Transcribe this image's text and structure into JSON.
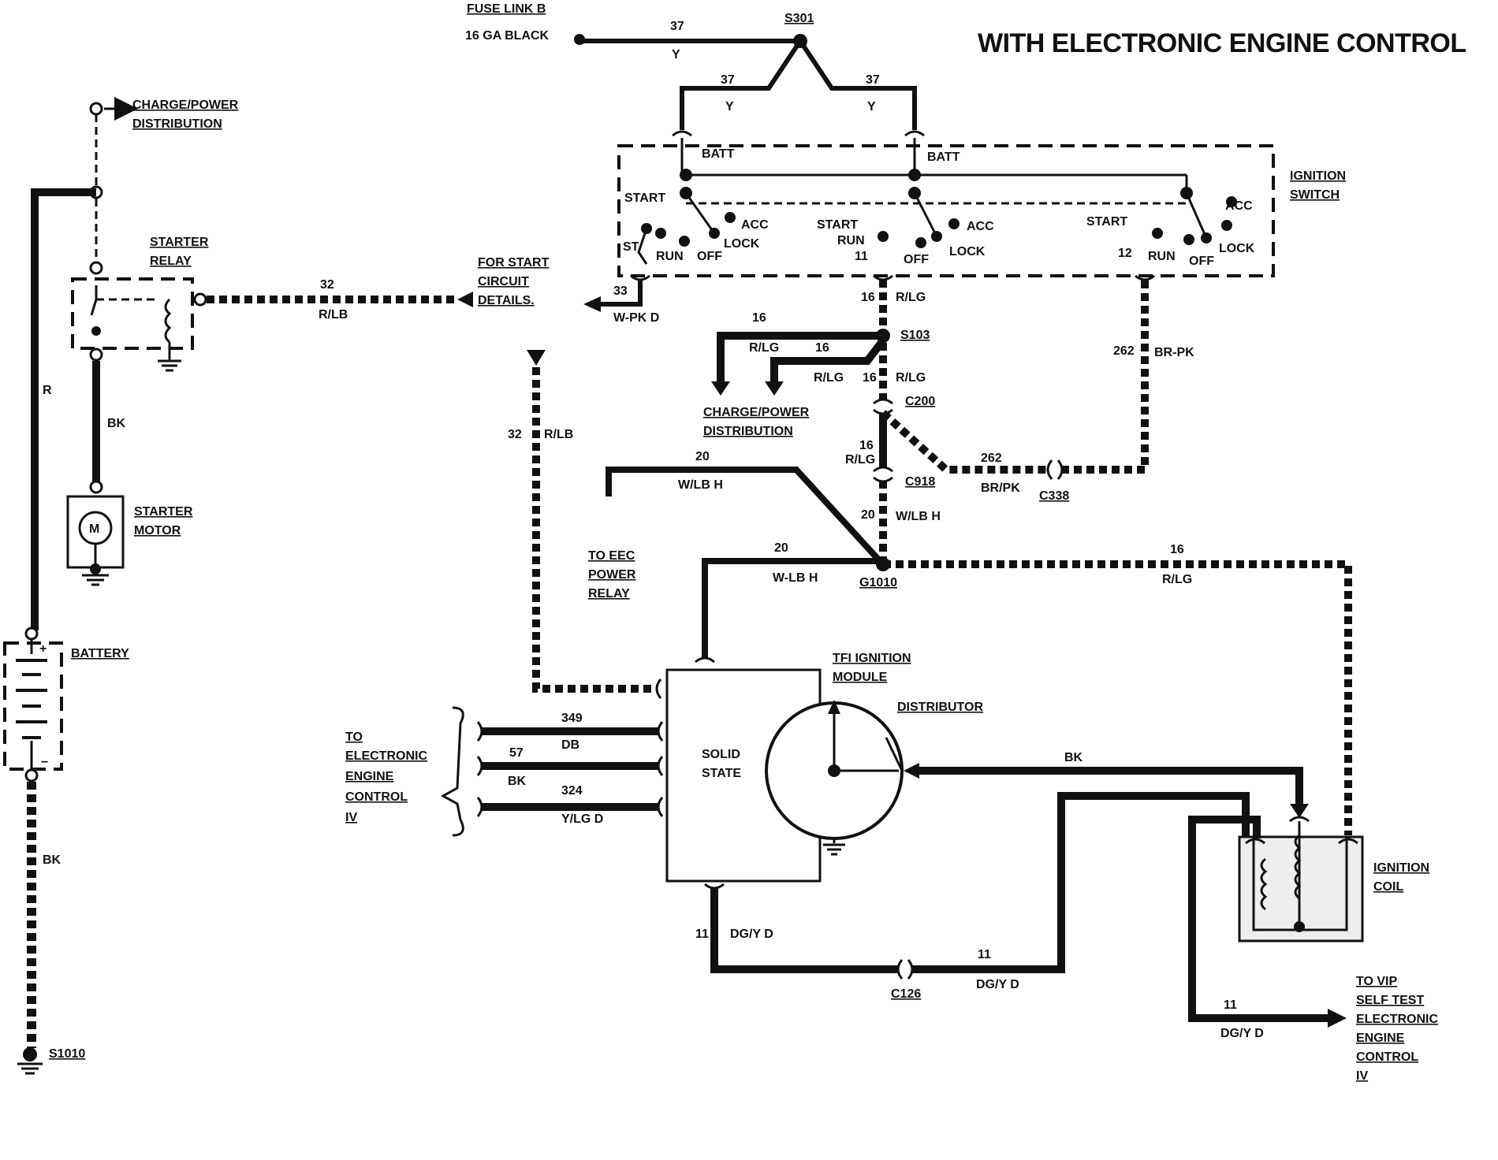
{
  "title": "WITH ELECTRONIC ENGINE CONTROL",
  "labels": {
    "fuse_link": "FUSE LINK B",
    "fuse_gauge": "16 GA BLACK",
    "s301": "S301",
    "w37a": "37",
    "y_a": "Y",
    "w37b": "37",
    "y_b": "Y",
    "w37c": "37",
    "y_c": "Y",
    "charge_power_1": "CHARGE/POWER",
    "distribution_1": "DISTRIBUTION",
    "starter_relay_1": "STARTER",
    "starter_relay_2": "RELAY",
    "w32": "32",
    "rlb_1": "R/LB",
    "for_start_1": "FOR START",
    "for_start_2": "CIRCUIT",
    "for_start_3": "DETAILS.",
    "r": "R",
    "bk_1": "BK",
    "starter_motor_1": "STARTER",
    "starter_motor_2": "MOTOR",
    "motor_m": "M",
    "battery": "BATTERY",
    "plus": "+",
    "minus": "−",
    "bk_2": "BK",
    "s1010": "S1010",
    "batt_1": "BATT",
    "batt_2": "BATT",
    "start_1": "START",
    "st": "ST",
    "run_1": "RUN",
    "off_1": "OFF",
    "acc_1": "ACC",
    "lock_1": "LOCK",
    "start_2": "START",
    "run_2": "RUN",
    "w11a": "11",
    "off_2": "OFF",
    "acc_2": "ACC",
    "lock_2": "LOCK",
    "start_3": "START",
    "w12": "12",
    "run_3": "RUN",
    "off_3": "OFF",
    "acc_3": "ACC",
    "lock_3": "LOCK",
    "ignition_switch_1": "IGNITION",
    "ignition_switch_2": "SWITCH",
    "w33": "33",
    "wpk": "W-PK D",
    "w16a": "16",
    "rlg_a": "R/LG",
    "s103": "S103",
    "w16b": "16",
    "rlg_b": "R/LG",
    "w16c": "16",
    "rlg_c": "R/LG",
    "w16d": "16",
    "rlg_d": "R/LG",
    "charge_power_2": "CHARGE/POWER",
    "distribution_2": "DISTRIBUTION",
    "c200": "C200",
    "w262a": "262",
    "brpk_a": "BR-PK",
    "w16e": "16",
    "rlg_e": "R/LG",
    "w262b": "262",
    "brpk_b": "BR/PK",
    "c918": "C918",
    "c338": "C338",
    "w32b": "32",
    "rlb_2": "R/LB",
    "w20a": "20",
    "wlbh_a": "W/LB H",
    "w20b": "20",
    "wlbh_b": "W/LB H",
    "to_eec_1": "TO EEC",
    "to_eec_2": "POWER",
    "to_eec_3": "RELAY",
    "w20c": "20",
    "wlbh_c": "W-LB H",
    "g1010": "G1010",
    "w16f": "16",
    "rlg_f": "R/LG",
    "tfi_1": "TFI IGNITION",
    "tfi_2": "MODULE",
    "distributor": "DISTRIBUTOR",
    "solid_1": "SOLID",
    "solid_2": "STATE",
    "to_eec4_1": "TO",
    "to_eec4_2": "ELECTRONIC",
    "to_eec4_3": "ENGINE",
    "to_eec4_4": "CONTROL",
    "to_eec4_5": "IV",
    "w349": "349",
    "db": "DB",
    "w57": "57",
    "bk_3": "BK",
    "w324": "324",
    "ylg": "Y/LG D",
    "bk_4": "BK",
    "ign_coil_1": "IGNITION",
    "ign_coil_2": "COIL",
    "w11b": "11",
    "dgy_a": "DG/Y D",
    "c126": "C126",
    "w11c": "11",
    "dgy_b": "DG/Y D",
    "w11d": "11",
    "dgy_c": "DG/Y D",
    "vip_1": "TO VIP",
    "vip_2": "SELF TEST",
    "vip_3": "ELECTRONIC",
    "vip_4": "ENGINE",
    "vip_5": "CONTROL",
    "vip_6": "IV"
  }
}
